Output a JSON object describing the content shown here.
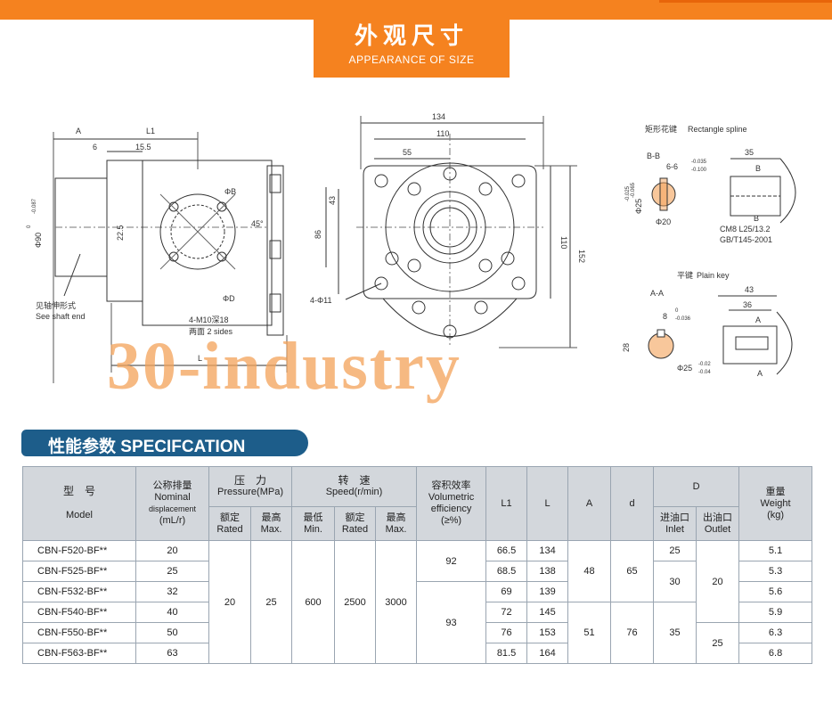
{
  "header": {
    "title_cn": "外观尺寸",
    "title_en": "APPEARANCE OF SIZE"
  },
  "drawing": {
    "front": {
      "dim_a": "A",
      "dim_l1": "L1",
      "dim_6": "6",
      "dim_15_5": "15.5",
      "dim_phi90": "Φ90",
      "tol_phi90": "-0.087",
      "tol_phi90_top": "0",
      "dim_22_5": "22.5",
      "phi_b": "ΦB",
      "phi_d": "ΦD",
      "angle": "45°",
      "holes": "4-M10深18",
      "holes_sides": "两面 2 sides",
      "shaft_note_cn": "见轴伸形式",
      "shaft_note_en": "See shaft end",
      "dim_l": "L"
    },
    "side": {
      "w134": "134",
      "w110": "110",
      "w55": "55",
      "h43": "43",
      "h86": "86",
      "h110": "110",
      "h152": "152",
      "holes": "4-Φ11"
    },
    "spline": {
      "title_cn": "矩形花键",
      "title_en": "Rectangle spline",
      "section": "B-B",
      "dim_6_6": "6-6",
      "tol_6_top": "-0.035",
      "tol_6_bot": "-0.100",
      "dim_phi25": "Φ25",
      "tol_phi25": "-0.065",
      "tol_phi25_top": "-0.025",
      "dim_phi20": "Φ20",
      "note1": "CM8 L25/13.2",
      "note2": "GB/T145-2001",
      "dim_35": "35",
      "label_b": "B"
    },
    "key": {
      "title_cn": "平键",
      "title_en": "Plain key",
      "section": "A-A",
      "dim_8": "8",
      "tol_8_top": "0",
      "tol_8_bot": "-0.036",
      "dim_28": "28",
      "dim_phi25": "Φ25",
      "tol_top": "-0.02",
      "tol_bot": "-0.04",
      "dim_43": "43",
      "dim_36": "36",
      "label_a": "A"
    }
  },
  "watermark": "30-industry",
  "spec": {
    "banner": "性能参数 SPECIFCATION",
    "headers": {
      "model_cn": "型　号",
      "model_en": "Model",
      "disp_cn": "公称排量",
      "disp_en1": "Nominal",
      "disp_en2": "displacement",
      "disp_unit": "(mL/r)",
      "pressure_cn": "压　力",
      "pressure_en": "Pressure(MPa)",
      "rated_cn": "额定",
      "rated_en": "Rated",
      "max_cn": "最高",
      "max_en": "Max.",
      "speed_cn": "转　速",
      "speed_en": "Speed(r/min)",
      "min_cn": "最低",
      "min_en": "Min.",
      "srated_cn": "额定",
      "srated_en": "Rated",
      "smax_cn": "最高",
      "smax_en": "Max.",
      "eff_cn": "容积效率",
      "eff_en1": "Volumetric",
      "eff_en2": "efficiency",
      "eff_unit": "(≥%)",
      "l1": "L1",
      "l": "L",
      "a": "A",
      "d_small": "d",
      "d_big": "D",
      "inlet_cn": "进油口",
      "inlet_en": "Inlet",
      "outlet_cn": "出油口",
      "outlet_en": "Outlet",
      "weight_cn": "重量",
      "weight_en": "Weight",
      "weight_unit": "(kg)"
    },
    "rows": [
      {
        "model": "CBN-F520-BF**",
        "disp": "20",
        "l1": "66.5",
        "l": "134",
        "weight": "5.1"
      },
      {
        "model": "CBN-F525-BF**",
        "disp": "25",
        "l1": "68.5",
        "l": "138",
        "weight": "5.3"
      },
      {
        "model": "CBN-F532-BF**",
        "disp": "32",
        "l1": "69",
        "l": "139",
        "weight": "5.6"
      },
      {
        "model": "CBN-F540-BF**",
        "disp": "40",
        "l1": "72",
        "l": "145",
        "weight": "5.9"
      },
      {
        "model": "CBN-F550-BF**",
        "disp": "50",
        "l1": "76",
        "l": "153",
        "weight": "6.3"
      },
      {
        "model": "CBN-F563-BF**",
        "disp": "63",
        "l1": "81.5",
        "l": "164",
        "weight": "6.8"
      }
    ],
    "merged": {
      "p_rated": "20",
      "p_max": "25",
      "s_min": "600",
      "s_rated": "2500",
      "s_max": "3000",
      "eff1": "92",
      "eff2": "93",
      "a1": "48",
      "a2": "51",
      "d1": "65",
      "d2": "76",
      "in1": "25",
      "in2": "30",
      "in3": "35",
      "out1": "20",
      "out2": "25"
    }
  }
}
